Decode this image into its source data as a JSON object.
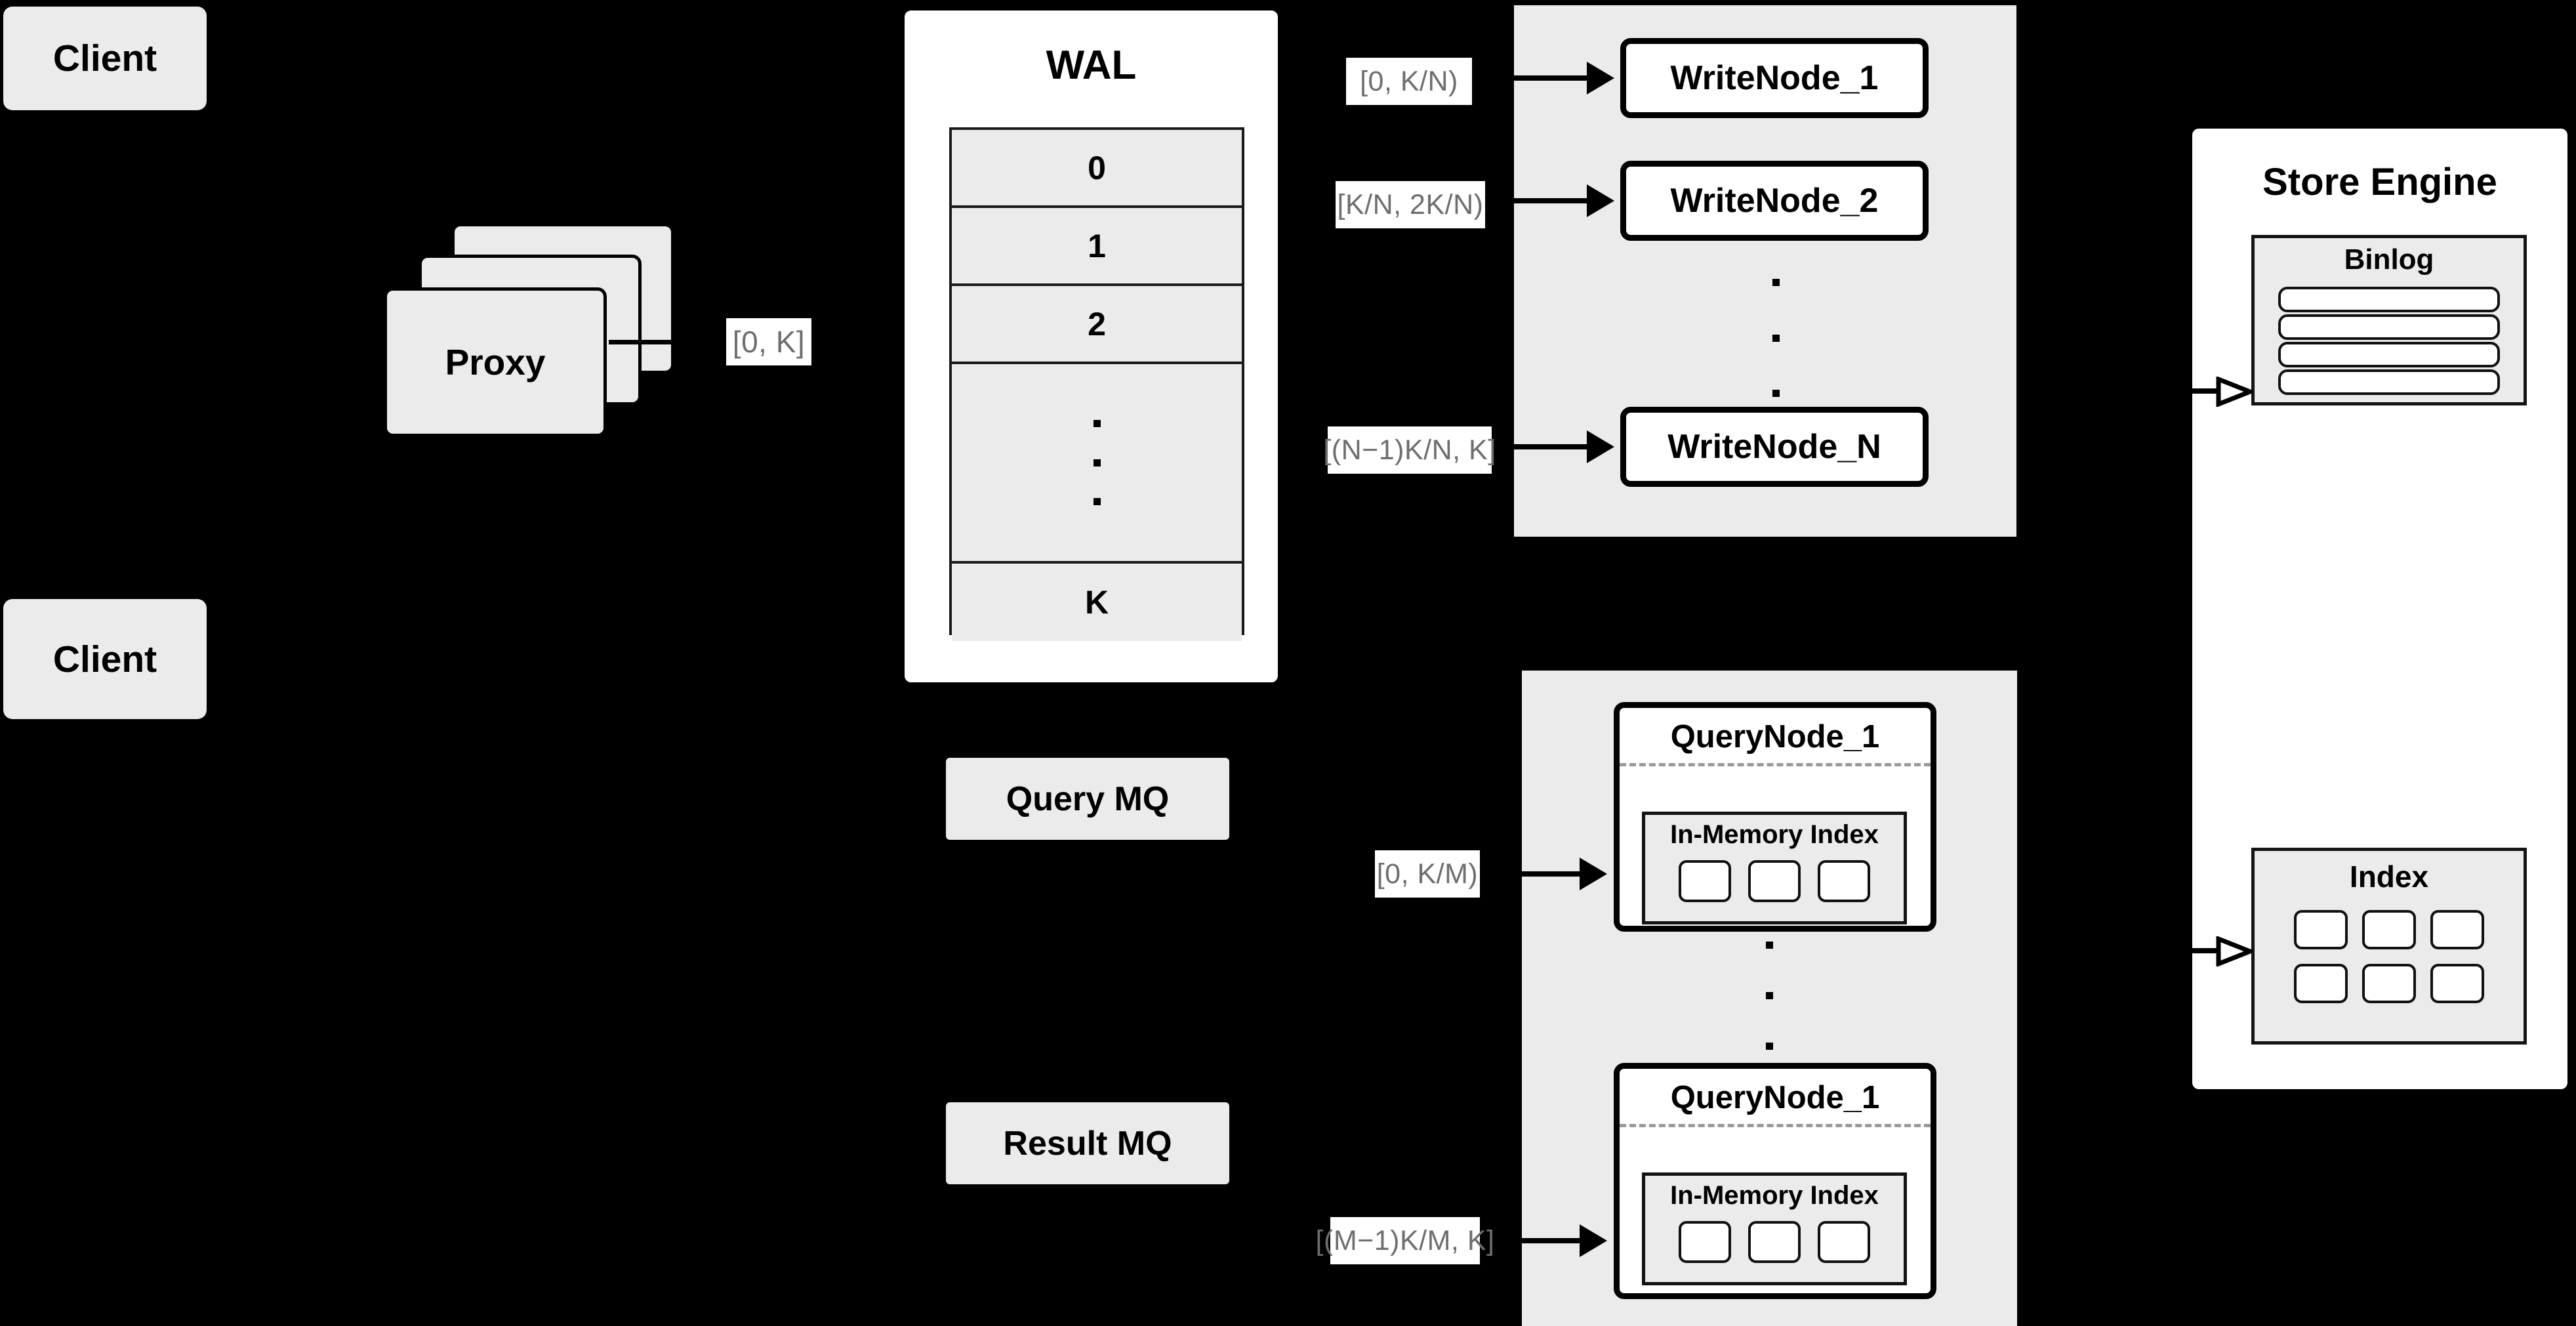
{
  "diagram": {
    "title": "Distributed Write/Query Architecture",
    "colors": {
      "background": "#000000",
      "component_fill": "#ebebeb",
      "node_fill": "#ffffff",
      "stroke": "#000000",
      "label_text": "#6e6e6e",
      "dashed_divider": "#9a9a9a"
    }
  },
  "clients": [
    {
      "label": "Client"
    },
    {
      "label": "Client"
    }
  ],
  "proxy": {
    "label": "Proxy",
    "stack_count": 3
  },
  "proxy_to_wal": {
    "range_label": "[0, K]"
  },
  "wal": {
    "title": "WAL",
    "rows": [
      "0",
      "1",
      "2",
      "",
      "K"
    ],
    "ellipsis_dots": 3
  },
  "write_nodes": {
    "nodes": [
      {
        "label": "WriteNode_1",
        "range_label": "[0,  K/N)"
      },
      {
        "label": "WriteNode_2",
        "range_label": "[K/N, 2K/N)"
      },
      {
        "label": "WriteNode_N",
        "range_label": "[(N−1)K/N,  K]"
      }
    ],
    "ellipsis_dots": 3
  },
  "message_queues": [
    {
      "label": "Query MQ"
    },
    {
      "label": "Result MQ"
    }
  ],
  "query_nodes": {
    "nodes": [
      {
        "label": "QueryNode_1",
        "range_label": "[0, K/M)",
        "inner": {
          "title": "In-Memory Index",
          "slot_count": 3
        }
      },
      {
        "label": "QueryNode_1",
        "range_label": "[(M−1)K/M, K]",
        "inner": {
          "title": "In-Memory Index",
          "slot_count": 3
        }
      }
    ],
    "ellipsis_dots": 3
  },
  "store_engine": {
    "title": "Store Engine",
    "sections": [
      {
        "title": "Binlog",
        "slot_count": 4,
        "layout": "rows"
      },
      {
        "title": "Index",
        "slot_count": 6,
        "layout": "grid-3x2"
      }
    ]
  }
}
